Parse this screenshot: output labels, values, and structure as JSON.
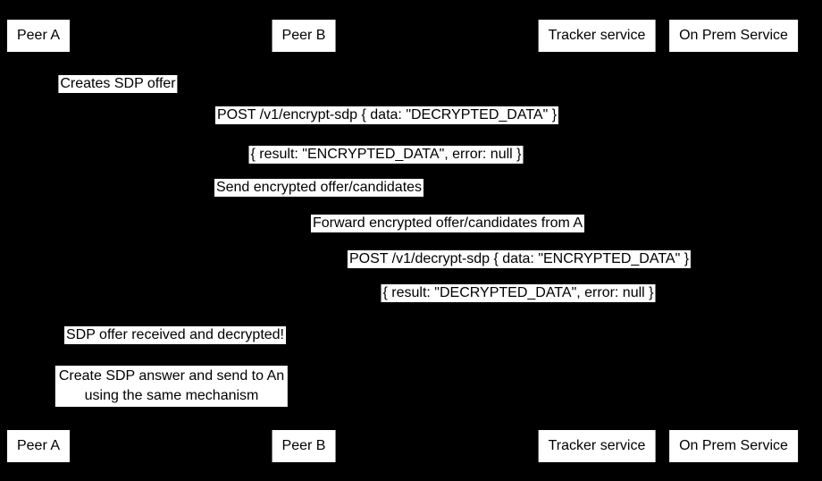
{
  "colors": {
    "background": "#000000",
    "box_fill": "#ffffff",
    "text": "#000000",
    "line": "#000000"
  },
  "participants": [
    {
      "id": "peer-a",
      "label": "Peer A"
    },
    {
      "id": "peer-b",
      "label": "Peer B"
    },
    {
      "id": "tracker",
      "label": "Tracker service"
    },
    {
      "id": "onprem",
      "label": "On Prem Service"
    }
  ],
  "messages": [
    {
      "id": "note-creates-sdp-offer",
      "text": "Creates SDP offer"
    },
    {
      "id": "msg-post-encrypt-sdp",
      "text": "POST /v1/encrypt-sdp { data: \"DECRYPTED_DATA\" }"
    },
    {
      "id": "msg-encrypt-result",
      "text": "{ result: \"ENCRYPTED_DATA\", error: null }"
    },
    {
      "id": "msg-send-encrypted-offer",
      "text": "Send encrypted offer/candidates"
    },
    {
      "id": "msg-forward-encrypted-offer",
      "text": "Forward encrypted offer/candidates from A"
    },
    {
      "id": "msg-post-decrypt-sdp",
      "text": "POST /v1/decrypt-sdp { data: \"ENCRYPTED_DATA\" }"
    },
    {
      "id": "msg-decrypt-result",
      "text": "{ result: \"DECRYPTED_DATA\", error: null }"
    },
    {
      "id": "msg-sdp-offer-received",
      "text": "SDP offer received and decrypted!"
    },
    {
      "id": "note-create-sdp-answer",
      "text": "Create SDP answer and send to An\nusing the same mechanism"
    }
  ]
}
